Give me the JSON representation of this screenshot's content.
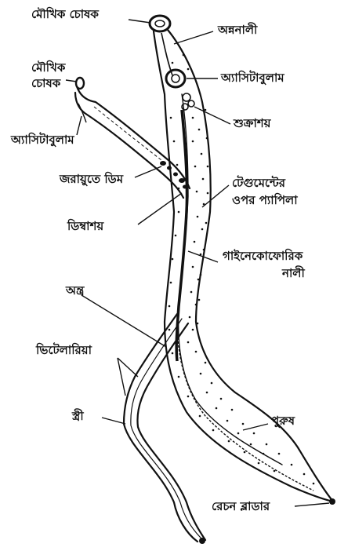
{
  "labels": {
    "male_oral_sucker": "মৌখিক চোষক",
    "oesophagus": "অন্ননালী",
    "female_oral_sucker_line1": "মৌখিক",
    "female_oral_sucker_line2": "চোষক",
    "male_acetabulum": "অ্যাসিটাবুলাম",
    "testis": "শুক্রাশয়",
    "female_acetabulum": "অ্যাসিটাবুলাম",
    "eggs_in_uterus": "জরায়ুতে ডিম",
    "tegument_papilla_line1": "টেগুমেন্টের",
    "tegument_papilla_line2": "ওপর প্যাপিলা",
    "ovary": "ডিম্বাশয়",
    "gynaecophoric_canal_line1": "গাইনেকোফোরিক",
    "gynaecophoric_canal_line2": "নালী",
    "intestine": "অন্ত্র",
    "vitellaria": "ভিটেলারিয়া",
    "female": "স্ত্রী",
    "male": "পুরুষ",
    "excretory_bladder": "রেচন ব্লাডার"
  },
  "colors": {
    "ink": "#111111",
    "paper": "#ffffff"
  }
}
